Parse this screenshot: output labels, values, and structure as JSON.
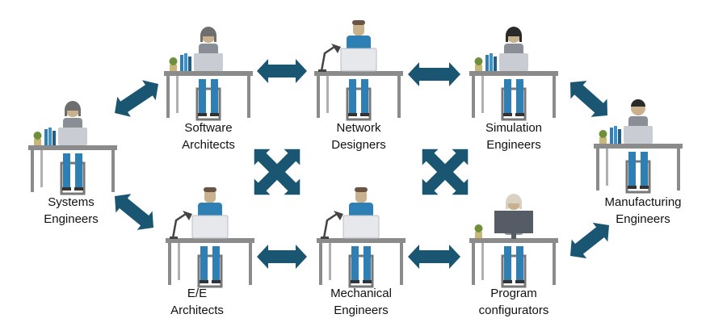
{
  "colors": {
    "arrow": "#1a5672",
    "desk": "#8b8b8b",
    "shirt": "#2d7fb4",
    "skin": "#c8b18c",
    "laptop": "#c9ccd3",
    "laptop_screen": "#e6e8ec",
    "hair_dark": "#2a2a2a",
    "hair_grey": "#6e6e6e",
    "hair_brown": "#6a5545"
  },
  "roles": [
    {
      "id": "software-architects",
      "line1": "Software",
      "line2": "Architects",
      "view": "back",
      "hair": "grey",
      "long_hair": true,
      "lamp": false,
      "plant": true,
      "books": true
    },
    {
      "id": "network-designers",
      "line1": "Network",
      "line2": "Designers",
      "view": "front",
      "hair": "brown",
      "long_hair": false,
      "lamp": true,
      "plant": false,
      "books": false
    },
    {
      "id": "simulation-engineers",
      "line1": "Simulation",
      "line2": "Engineers",
      "view": "back",
      "hair": "dark",
      "long_hair": true,
      "lamp": false,
      "plant": true,
      "books": true
    },
    {
      "id": "systems-engineers",
      "line1": "Systems",
      "line2": "Engineers",
      "view": "back",
      "hair": "grey",
      "long_hair": true,
      "lamp": false,
      "plant": true,
      "books": true
    },
    {
      "id": "manufacturing-engineers",
      "line1": "Manufacturing",
      "line2": "Engineers",
      "view": "back",
      "hair": "dark",
      "long_hair": false,
      "lamp": false,
      "plant": true,
      "books": true
    },
    {
      "id": "ee-architects",
      "line1": "E/E",
      "line2": "Architects",
      "view": "front",
      "hair": "brown",
      "long_hair": false,
      "lamp": true,
      "plant": false,
      "books": false
    },
    {
      "id": "mechanical-engineers",
      "line1": "Mechanical",
      "line2": "Engineers",
      "view": "front",
      "hair": "brown",
      "long_hair": false,
      "lamp": true,
      "plant": false,
      "books": false
    },
    {
      "id": "program-configurators",
      "line1": "Program",
      "line2": "configurators",
      "view": "monitor",
      "hair": "blonde",
      "long_hair": true,
      "lamp": false,
      "plant": true,
      "books": false
    }
  ]
}
